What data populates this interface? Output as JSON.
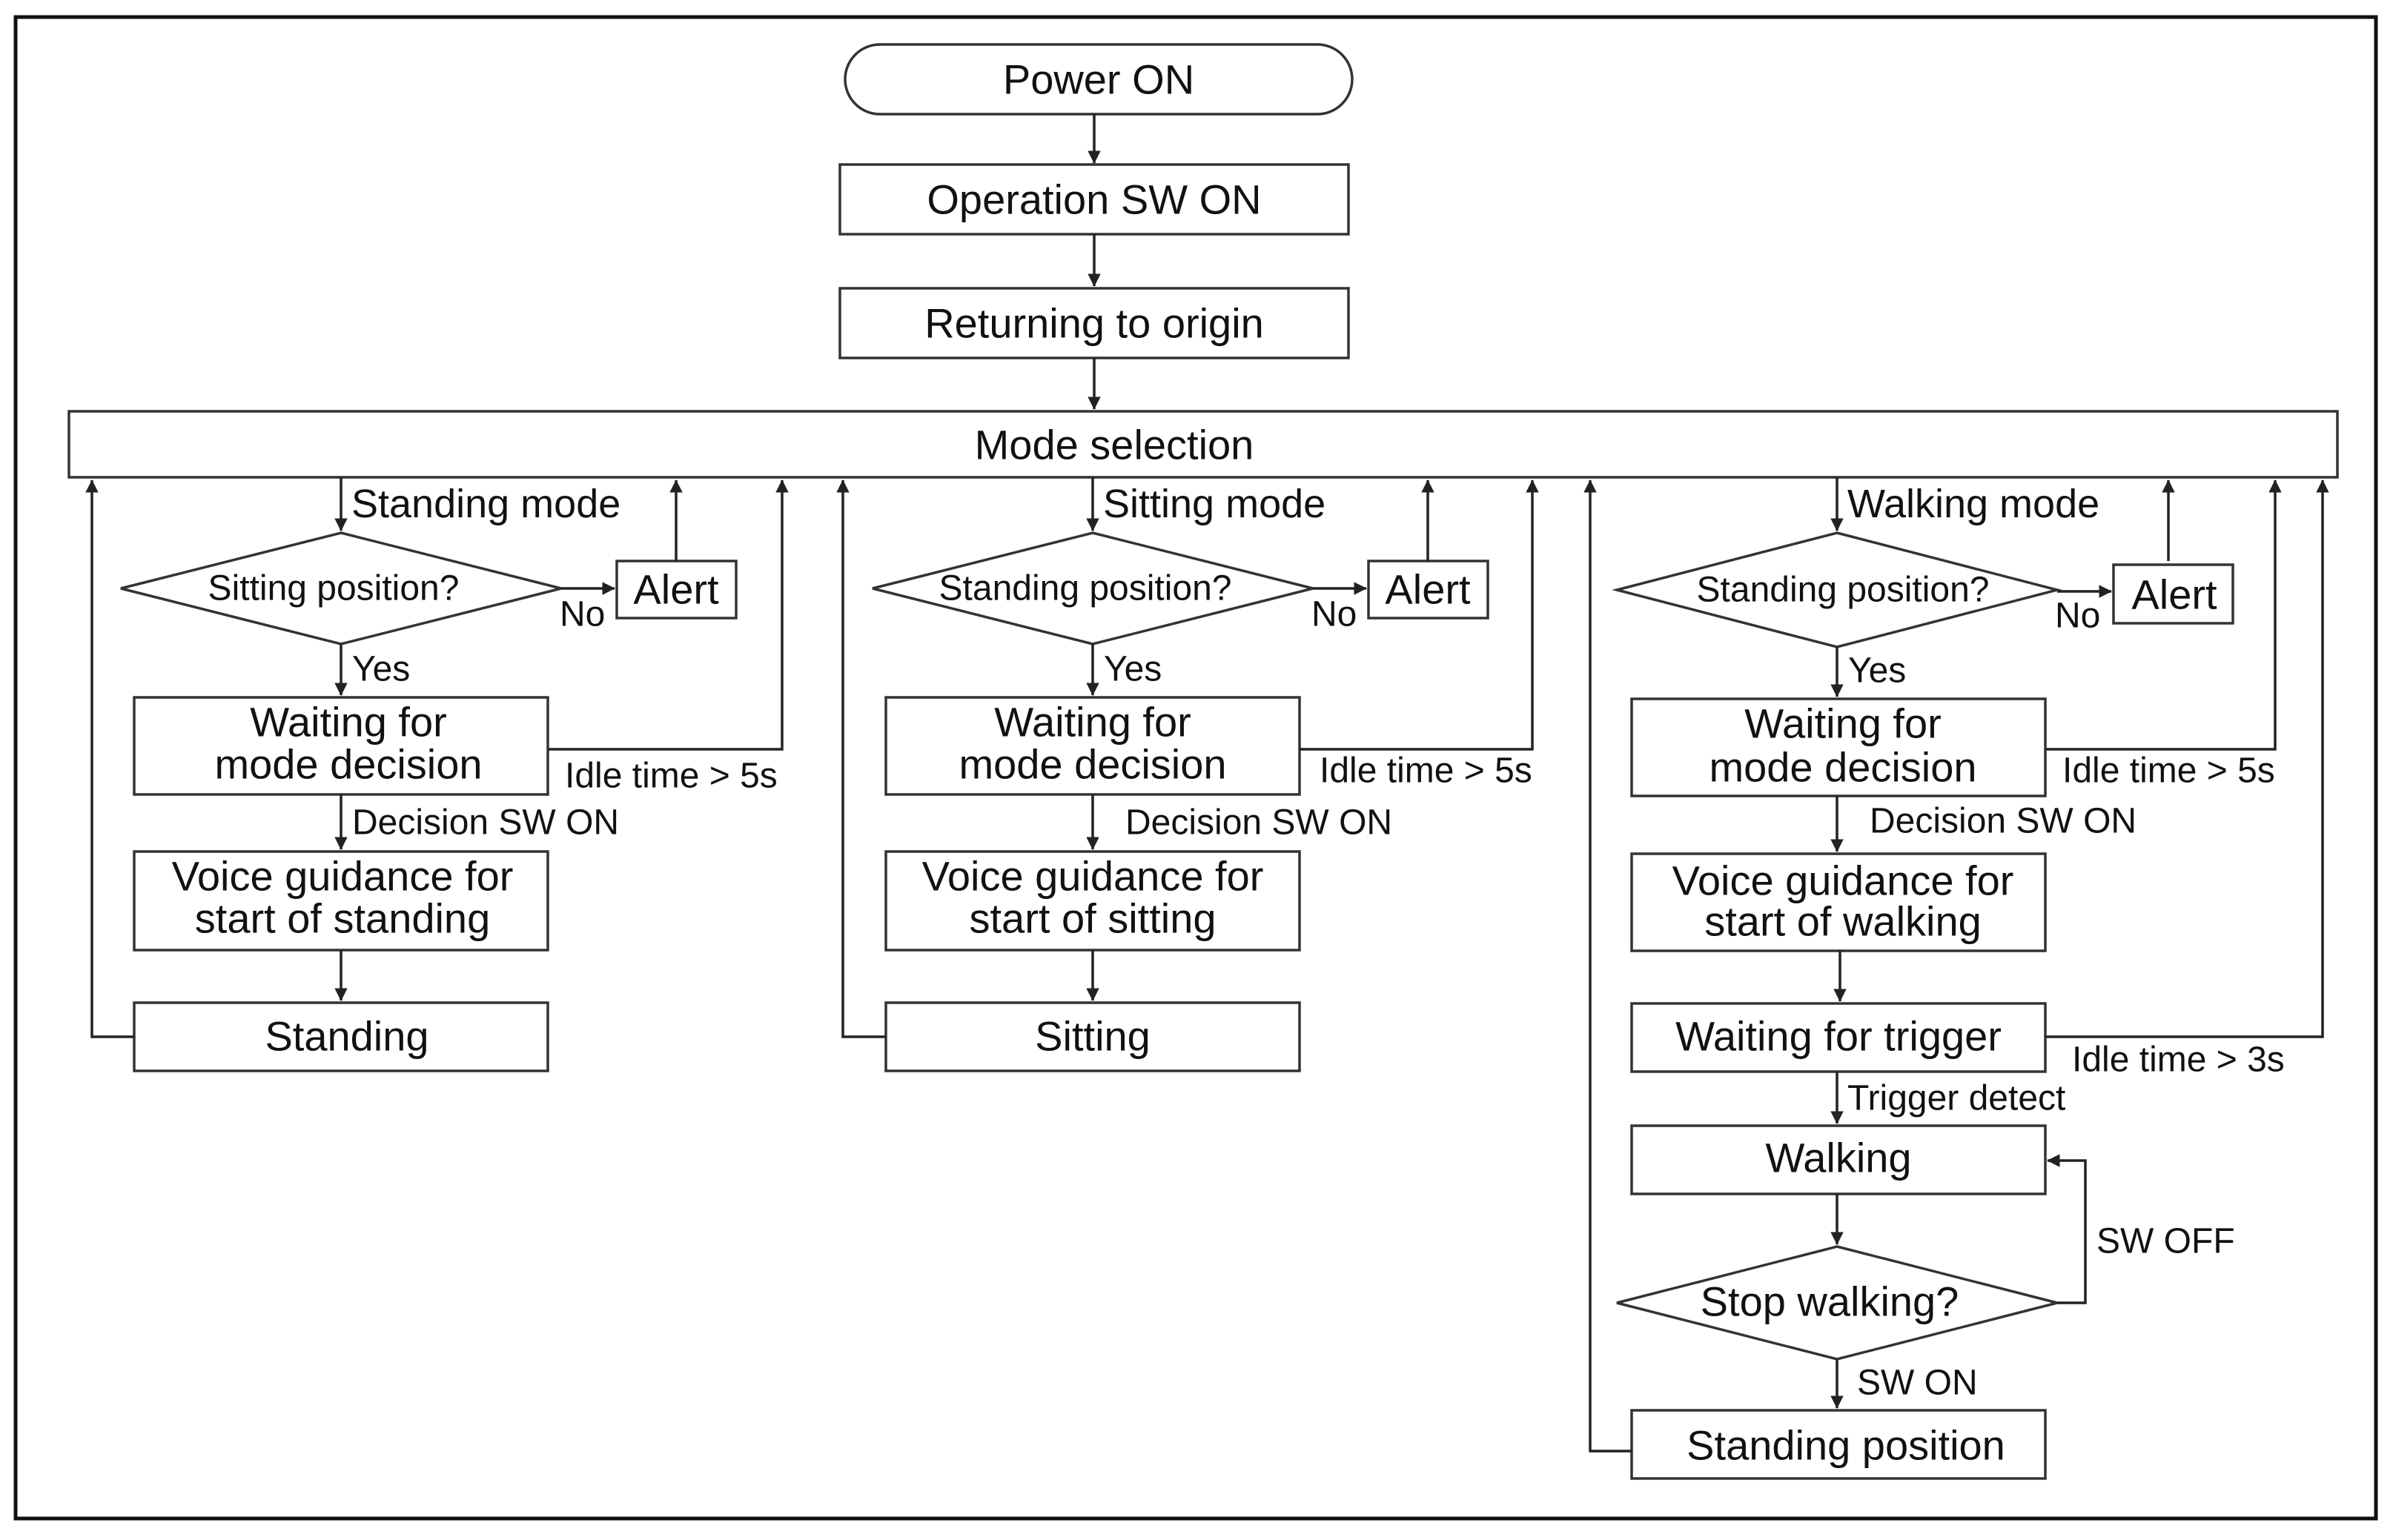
{
  "start": {
    "label": "Power ON"
  },
  "steps": {
    "operation_sw_on": "Operation SW ON",
    "returning_to_origin": "Returning to origin",
    "mode_selection": "Mode selection"
  },
  "standing_branch": {
    "mode_label": "Standing mode",
    "decision": "Sitting position?",
    "no_label": "No",
    "alert": "Alert",
    "yes_label": "Yes",
    "waiting": [
      "Waiting for",
      "mode decision"
    ],
    "idle_label": "Idle time > 5s",
    "decision_sw_label": "Decision SW ON",
    "voice": [
      "Voice guidance for",
      "start of standing"
    ],
    "action": "Standing"
  },
  "sitting_branch": {
    "mode_label": "Sitting mode",
    "decision": "Standing position?",
    "no_label": "No",
    "alert": "Alert",
    "yes_label": "Yes",
    "waiting": [
      "Waiting for",
      "mode decision"
    ],
    "idle_label": "Idle time > 5s",
    "decision_sw_label": "Decision SW ON",
    "voice": [
      "Voice guidance for",
      "start of sitting"
    ],
    "action": "Sitting"
  },
  "walking_branch": {
    "mode_label": "Walking mode",
    "decision": "Standing position?",
    "no_label": "No",
    "alert": "Alert",
    "yes_label": "Yes",
    "waiting": [
      "Waiting for",
      "mode decision"
    ],
    "idle_label": "Idle time > 5s",
    "decision_sw_label": "Decision SW ON",
    "voice": [
      "Voice guidance for",
      "start of walking"
    ],
    "trigger_wait": "Waiting for trigger",
    "trigger_idle_label": "Idle time > 3s",
    "trigger_detect_label": "Trigger detect",
    "walking": "Walking",
    "sw_off_label": "SW OFF",
    "stop_decision": "Stop walking?",
    "sw_on_label": "SW ON",
    "final": "Standing position"
  }
}
